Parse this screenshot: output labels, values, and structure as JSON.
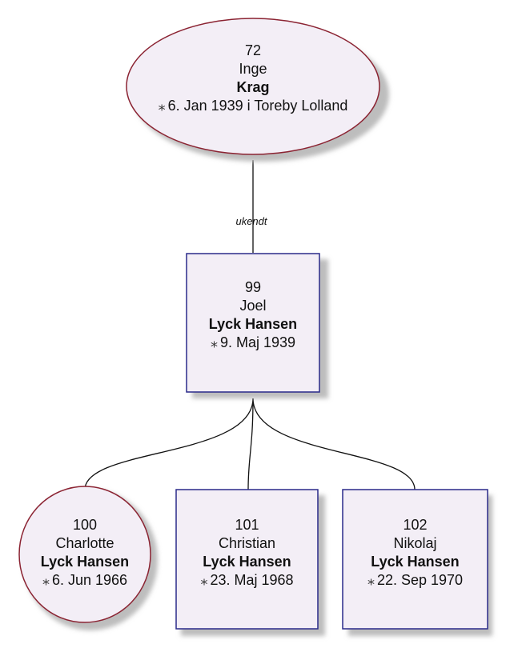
{
  "colors": {
    "female_border": "#8b2332",
    "male_border": "#2a2a8a",
    "node_fill": "#f3eef6",
    "shadow": "#bdbdbd",
    "connector": "#111111"
  },
  "nodes": [
    {
      "id": "72",
      "first_name": "Inge",
      "surname": "Krag",
      "birth": "6. Jan 1939 i  Toreby Lolland",
      "birth_icon": "star-icon",
      "sex": "female"
    },
    {
      "id": "99",
      "first_name": "Joel",
      "surname": "Lyck Hansen",
      "birth": "9. Maj 1939",
      "birth_icon": "star-icon",
      "sex": "male"
    },
    {
      "id": "100",
      "first_name": "Charlotte",
      "surname": "Lyck Hansen",
      "birth": "6. Jun 1966",
      "birth_icon": "star-icon",
      "sex": "female"
    },
    {
      "id": "101",
      "first_name": "Christian",
      "surname": "Lyck Hansen",
      "birth": "23. Maj 1968",
      "birth_icon": "star-icon",
      "sex": "male"
    },
    {
      "id": "102",
      "first_name": "Nikolaj",
      "surname": "Lyck Hansen",
      "birth": "22. Sep 1970",
      "birth_icon": "star-icon",
      "sex": "male"
    }
  ],
  "relations": [
    {
      "from": "72",
      "to": "99",
      "label": "ukendt"
    },
    {
      "from": "99",
      "to": "100",
      "label": ""
    },
    {
      "from": "99",
      "to": "101",
      "label": ""
    },
    {
      "from": "99",
      "to": "102",
      "label": ""
    }
  ]
}
